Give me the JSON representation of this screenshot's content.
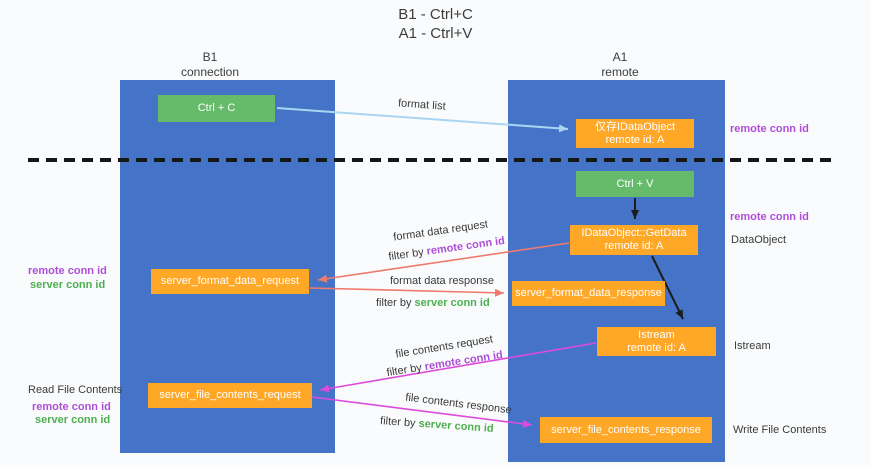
{
  "title": {
    "line1": "B1 - Ctrl+C",
    "line2": "A1 - Ctrl+V"
  },
  "lanes": {
    "left": {
      "name": "B1",
      "role": "connection"
    },
    "right": {
      "name": "A1",
      "role": "remote"
    }
  },
  "boxes": {
    "ctrl_c": "Ctrl + C",
    "ctrl_v": "Ctrl + V",
    "idataobject": {
      "line1": "仅存IDataObject",
      "line2": "remote id: A"
    },
    "getdata": {
      "line1": "IDataObject::GetData",
      "line2": "remote id: A"
    },
    "istream": {
      "line1": "Istream",
      "line2": "remote id: A"
    },
    "format_request": "server_format_data_request",
    "format_response": "server_format_data_response",
    "file_request": "server_file_contents_request",
    "file_response": "server_file_contents_response"
  },
  "arrow_labels": {
    "format_list": "format list",
    "format_data_request": "format data request",
    "format_data_response": "format data response",
    "file_contents_request": "file contents request",
    "file_contents_response": "file contents response"
  },
  "terms": {
    "filter_by": "filter by ",
    "remote_conn_id": "remote conn id",
    "server_conn_id": "server conn id"
  },
  "side_labels": {
    "data_object": "DataObject",
    "istream": "Istream",
    "read_file": "Read File Contents",
    "write_file": "Write File Contents"
  },
  "colors": {
    "lane_blue": "#4573C8",
    "box_green": "#66BB6A",
    "box_orange": "#FFA726",
    "conn_purple": "#AE4FD8",
    "conn_green": "#4CAF50",
    "arrow_red": "#F07A6E",
    "arrow_magenta": "#DD4BDD",
    "arrow_blue": "#A9D5F2"
  }
}
